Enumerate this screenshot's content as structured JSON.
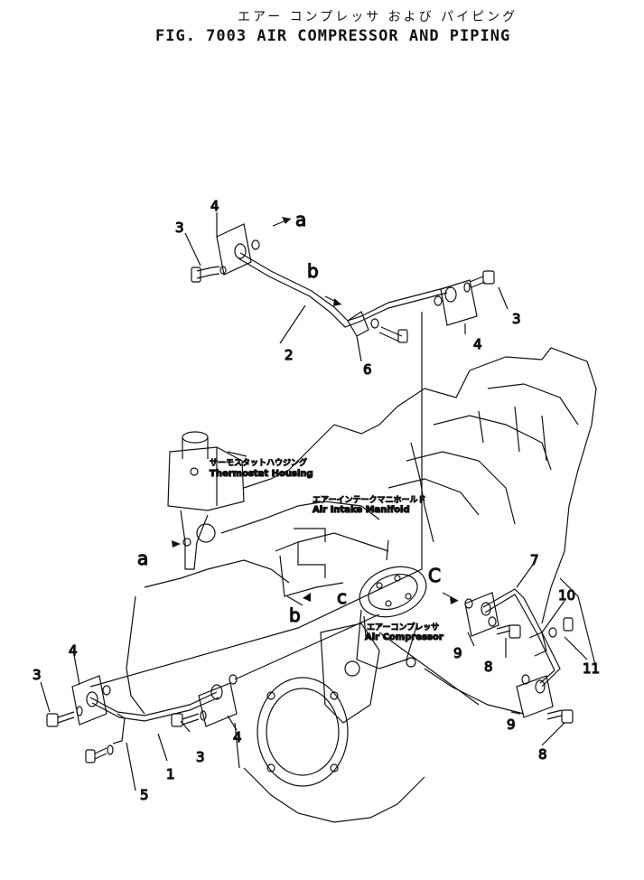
{
  "header": {
    "title_jp": "エアー コンプレッサ および パイピング",
    "title_en": "FIG. 7003  AIR COMPRESSOR AND PIPING"
  },
  "callouts": {
    "thermostat_jp": "サーモスタットハウジング",
    "thermostat_en": "Thermostat Housing",
    "manifold_jp": "エアーインテークマニホールド",
    "manifold_en": "Air Intake Manifold",
    "compressor_jp": "エアーコンプレッサ",
    "compressor_en": "Air Compressor"
  },
  "part_numbers": {
    "p1": "1",
    "p2": "2",
    "p3": "3",
    "p4": "4",
    "p5": "5",
    "p6": "6",
    "p7": "7",
    "p8": "8",
    "p9": "9",
    "p10": "10",
    "p11": "11"
  },
  "connection_labels": {
    "a": "a",
    "b": "b",
    "c": "c",
    "C": "C"
  },
  "colors": {
    "ink": "#111111",
    "paper": "#ffffff"
  }
}
